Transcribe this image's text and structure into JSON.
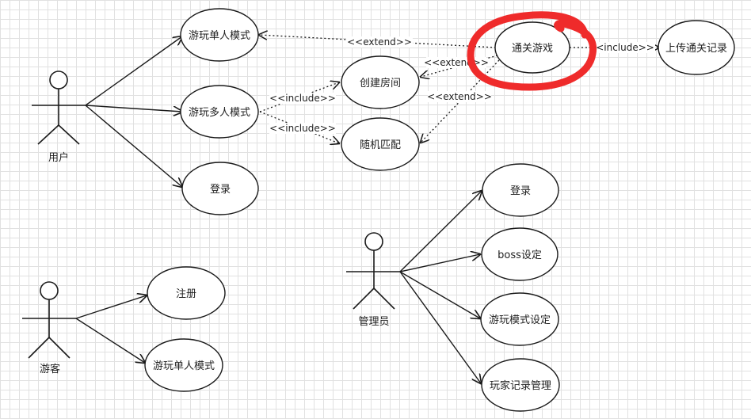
{
  "actors": {
    "user": "用户",
    "guest": "游客",
    "admin": "管理员"
  },
  "use_cases": {
    "single_player": "游玩单人模式",
    "multi_player": "游玩多人模式",
    "login_user": "登录",
    "create_room": "创建房间",
    "random_match": "随机匹配",
    "clear_game": "通关游戏",
    "upload_record": "上传通关记录",
    "register": "注册",
    "guest_single_player": "游玩单人模式",
    "login_admin": "登录",
    "boss_settings": "boss设定",
    "mode_settings": "游玩模式设定",
    "record_management": "玩家记录管理"
  },
  "relations": {
    "extend_single": "<<extend>>",
    "include_create": "<<include>>",
    "include_match": "<<include>>",
    "extend_create": "<<extend>>",
    "extend_match": "<<extend>>",
    "include_upload": "<<include>>"
  },
  "colors": {
    "highlight": "#ef2b2b",
    "grid": "#e1e1e1"
  }
}
